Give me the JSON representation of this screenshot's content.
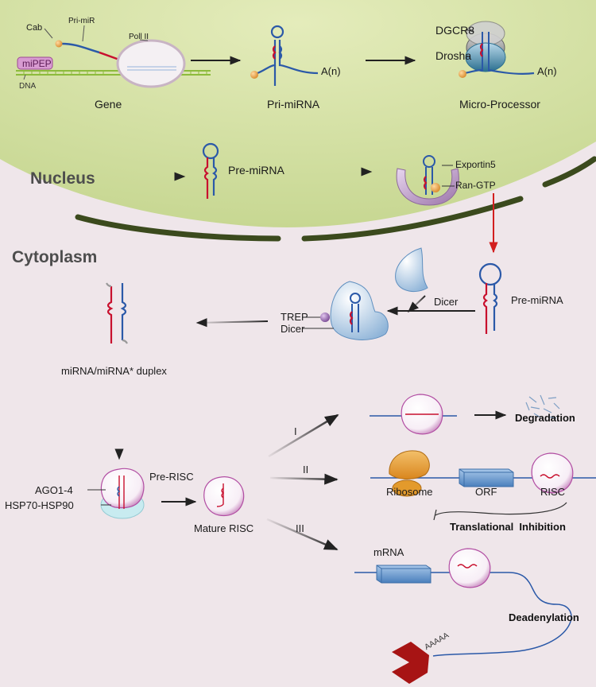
{
  "regions": {
    "nucleus": "Nucleus",
    "cytoplasm": "Cytoplasm"
  },
  "gene_panel": {
    "cab": "Cab",
    "pri_mir": "Pri-miR",
    "pol2": "Poll II",
    "mipep": "miPEP",
    "dna": "DNA",
    "caption": "Gene"
  },
  "pri_mirna": {
    "tail": "A(n)",
    "caption": "Pri-miRNA"
  },
  "microprocessor": {
    "dgcr8": "DGCR8",
    "drosha": "Drosha",
    "tail": "A(n)",
    "caption": "Micro-Processor"
  },
  "pre_mirna_nucleus": {
    "label": "Pre-miRNA"
  },
  "export": {
    "exportin": "Exportin5",
    "ran": "Ran-GTP"
  },
  "pre_mirna_cyto": {
    "label": "Pre-miRNA"
  },
  "dicer": {
    "label": "Dicer"
  },
  "dicing": {
    "trep": "TREP",
    "dicer": "Dicer"
  },
  "duplex": {
    "caption": "miRNA/miRNA* duplex"
  },
  "prerisc": {
    "label": "Pre-RISC",
    "ago": "AGO1-4",
    "hsp": "HSP70-HSP90"
  },
  "mature": {
    "caption": "Mature RISC"
  },
  "pathways": {
    "one": {
      "numeral": "I",
      "outcome": "Degradation"
    },
    "two": {
      "numeral": "II",
      "ribosome": "Ribosome",
      "orf": "ORF",
      "risc": "RISC",
      "outcome": "Translational  Inhibition"
    },
    "three": {
      "numeral": "III",
      "mrna": "mRNA",
      "outcome": "Deadenylation",
      "polya": "AAAAA"
    }
  },
  "colors": {
    "nucleus_fill": "#d6e2a6",
    "cytoplasm_fill": "#efe6ea",
    "membrane": "#3c4a1e",
    "rna_blue": "#2b59a8",
    "rna_red": "#c8102e",
    "cap_orange": "#e9a74a",
    "risc_pink": "#b24ea3",
    "export_arrow": "#d21f1f",
    "hsp_cyan": "#bfe8ee",
    "orf_blue": "#5b8ec9",
    "ribosome_orange": "#e39a2c",
    "deadenylase_red": "#a71414"
  },
  "icons": [
    "cap-icon",
    "polymerase-icon",
    "microprocessor-icon",
    "exportin-icon",
    "dicer-icon",
    "trep-icon",
    "risc-icon",
    "ribosome-icon",
    "orf-icon",
    "deadenylase-icon",
    "fragments-icon"
  ]
}
